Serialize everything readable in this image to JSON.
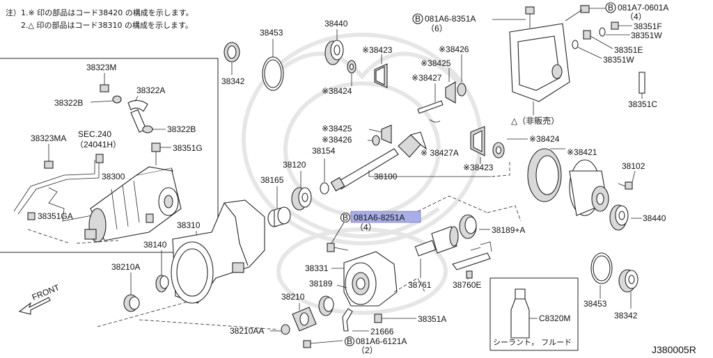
{
  "notes": {
    "line1": "注）1.※ 印の部品はコード38420 の構成を示します。",
    "line2": "2.△ 印の部品はコード38310 の構成を示します。"
  },
  "labels": {
    "p38453_top": "38453",
    "p38342_top": "38342",
    "p38440_top": "38440",
    "p38423_a": "※38423",
    "p38424_a": "※38424",
    "p38426_a": "※38426",
    "p38425_a": "※38425",
    "p38427_a": "※38427",
    "p38425_b": "※38425",
    "p38426_b": "※38426",
    "p38427A": "※ 38427A",
    "p38423_b": "※38423",
    "p38424_b": "※38424",
    "p38421": "※38421",
    "p38154": "38154",
    "p38120": "38120",
    "p38165": "38165",
    "p38100": "38100",
    "p38102": "38102",
    "p38440_right": "38440",
    "p38189A": "38189+A",
    "bolt_8251A": "081A6-8251A",
    "bolt_8251A_qty": "（4）",
    "bolt_8351A": "081A6-8351A",
    "bolt_8351A_qty": "（6）",
    "bolt_0601A": "081A7-0601A",
    "bolt_0601A_qty": "（4）",
    "bolt_6121A": "081A6-6121A",
    "bolt_6121A_qty": "（2）",
    "p38351F": "38351F",
    "p38351W_a": "38351W",
    "p38351E": "38351E",
    "p38351W_b": "38351W",
    "p38351C": "38351C",
    "not_sold": "△（非販売）",
    "p38323M": "38323M",
    "p38322A": "38322A",
    "p38322B_a": "38322B",
    "p38322B_b": "38322B",
    "p38323MA": "38323MA",
    "sec240": "SEC.240",
    "sec240_sub": "（24041H）",
    "p38351G": "38351G",
    "p38300": "38300",
    "p38351GA": "38351GA",
    "p38310": "38310",
    "p38140": "38140",
    "p38210A": "38210A",
    "p38331": "38331",
    "p38189": "38189",
    "p38210": "38210",
    "p38210AA": "38210AA",
    "p21666": "21666",
    "p38351A": "38351A",
    "p38761": "38761",
    "p38760E": "38760E",
    "p38453_bottom": "38453",
    "p38342_bottom": "38342",
    "pC8320M": "C8320M",
    "sealant": "シーラント， フルード",
    "front": "FRONT",
    "circle_b": "B",
    "diagram_id": "J380005R"
  },
  "colors": {
    "highlight": "#a9aee8",
    "line": "#222222",
    "watermark": "#e6e6e6"
  }
}
